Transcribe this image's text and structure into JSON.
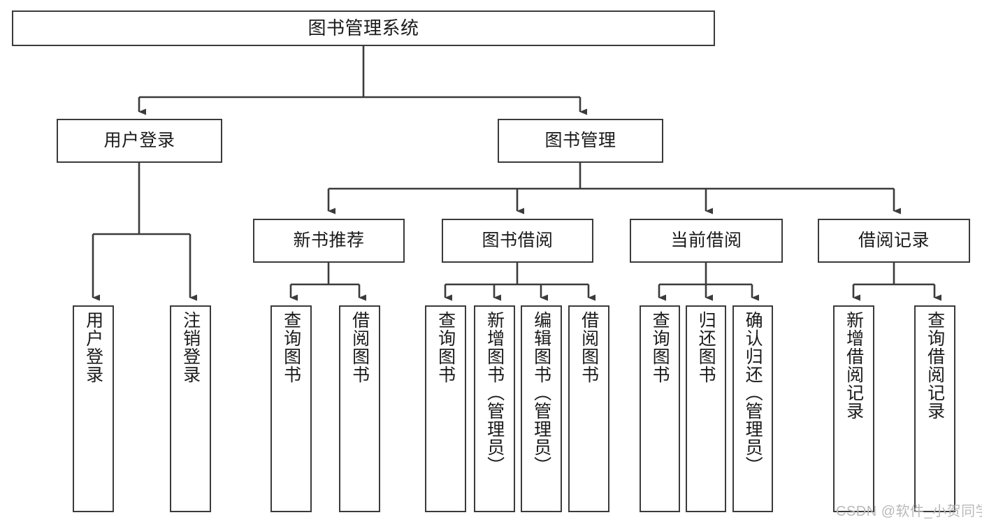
{
  "diagram": {
    "title": "图书管理系统",
    "type": "hierarchy-tree",
    "levels": 4,
    "colors": {
      "box_border": "#3b3b3b",
      "box_fill": "#ffffff",
      "connector": "#3b3b3b",
      "text": "#1a1a1a",
      "watermark": "#b9b9b9",
      "background": "#ffffff"
    }
  },
  "nodes": {
    "root": {
      "label": "图书管理系统"
    },
    "level2": [
      {
        "label": "用户登录"
      },
      {
        "label": "图书管理"
      }
    ],
    "level3": [
      {
        "label": "新书推荐"
      },
      {
        "label": "图书借阅"
      },
      {
        "label": "当前借阅"
      },
      {
        "label": "借阅记录"
      }
    ],
    "leaves_user_login": [
      {
        "label": "用户登录"
      },
      {
        "label": "注销登录"
      }
    ],
    "leaves_new_book": [
      {
        "label": "查询图书"
      },
      {
        "label": "借阅图书"
      }
    ],
    "leaves_borrow": [
      {
        "label": "查询图书"
      },
      {
        "label": "新增图书（管理员）"
      },
      {
        "label": "编辑图书（管理员）"
      },
      {
        "label": "借阅图书"
      }
    ],
    "leaves_current": [
      {
        "label": "查询图书"
      },
      {
        "label": "归还图书"
      },
      {
        "label": "确认归还（管理员）"
      }
    ],
    "leaves_records": [
      {
        "label": "新增借阅记录"
      },
      {
        "label": "查询借阅记录"
      }
    ]
  },
  "watermark": {
    "text": "CSDN @软件_小贺同学"
  }
}
